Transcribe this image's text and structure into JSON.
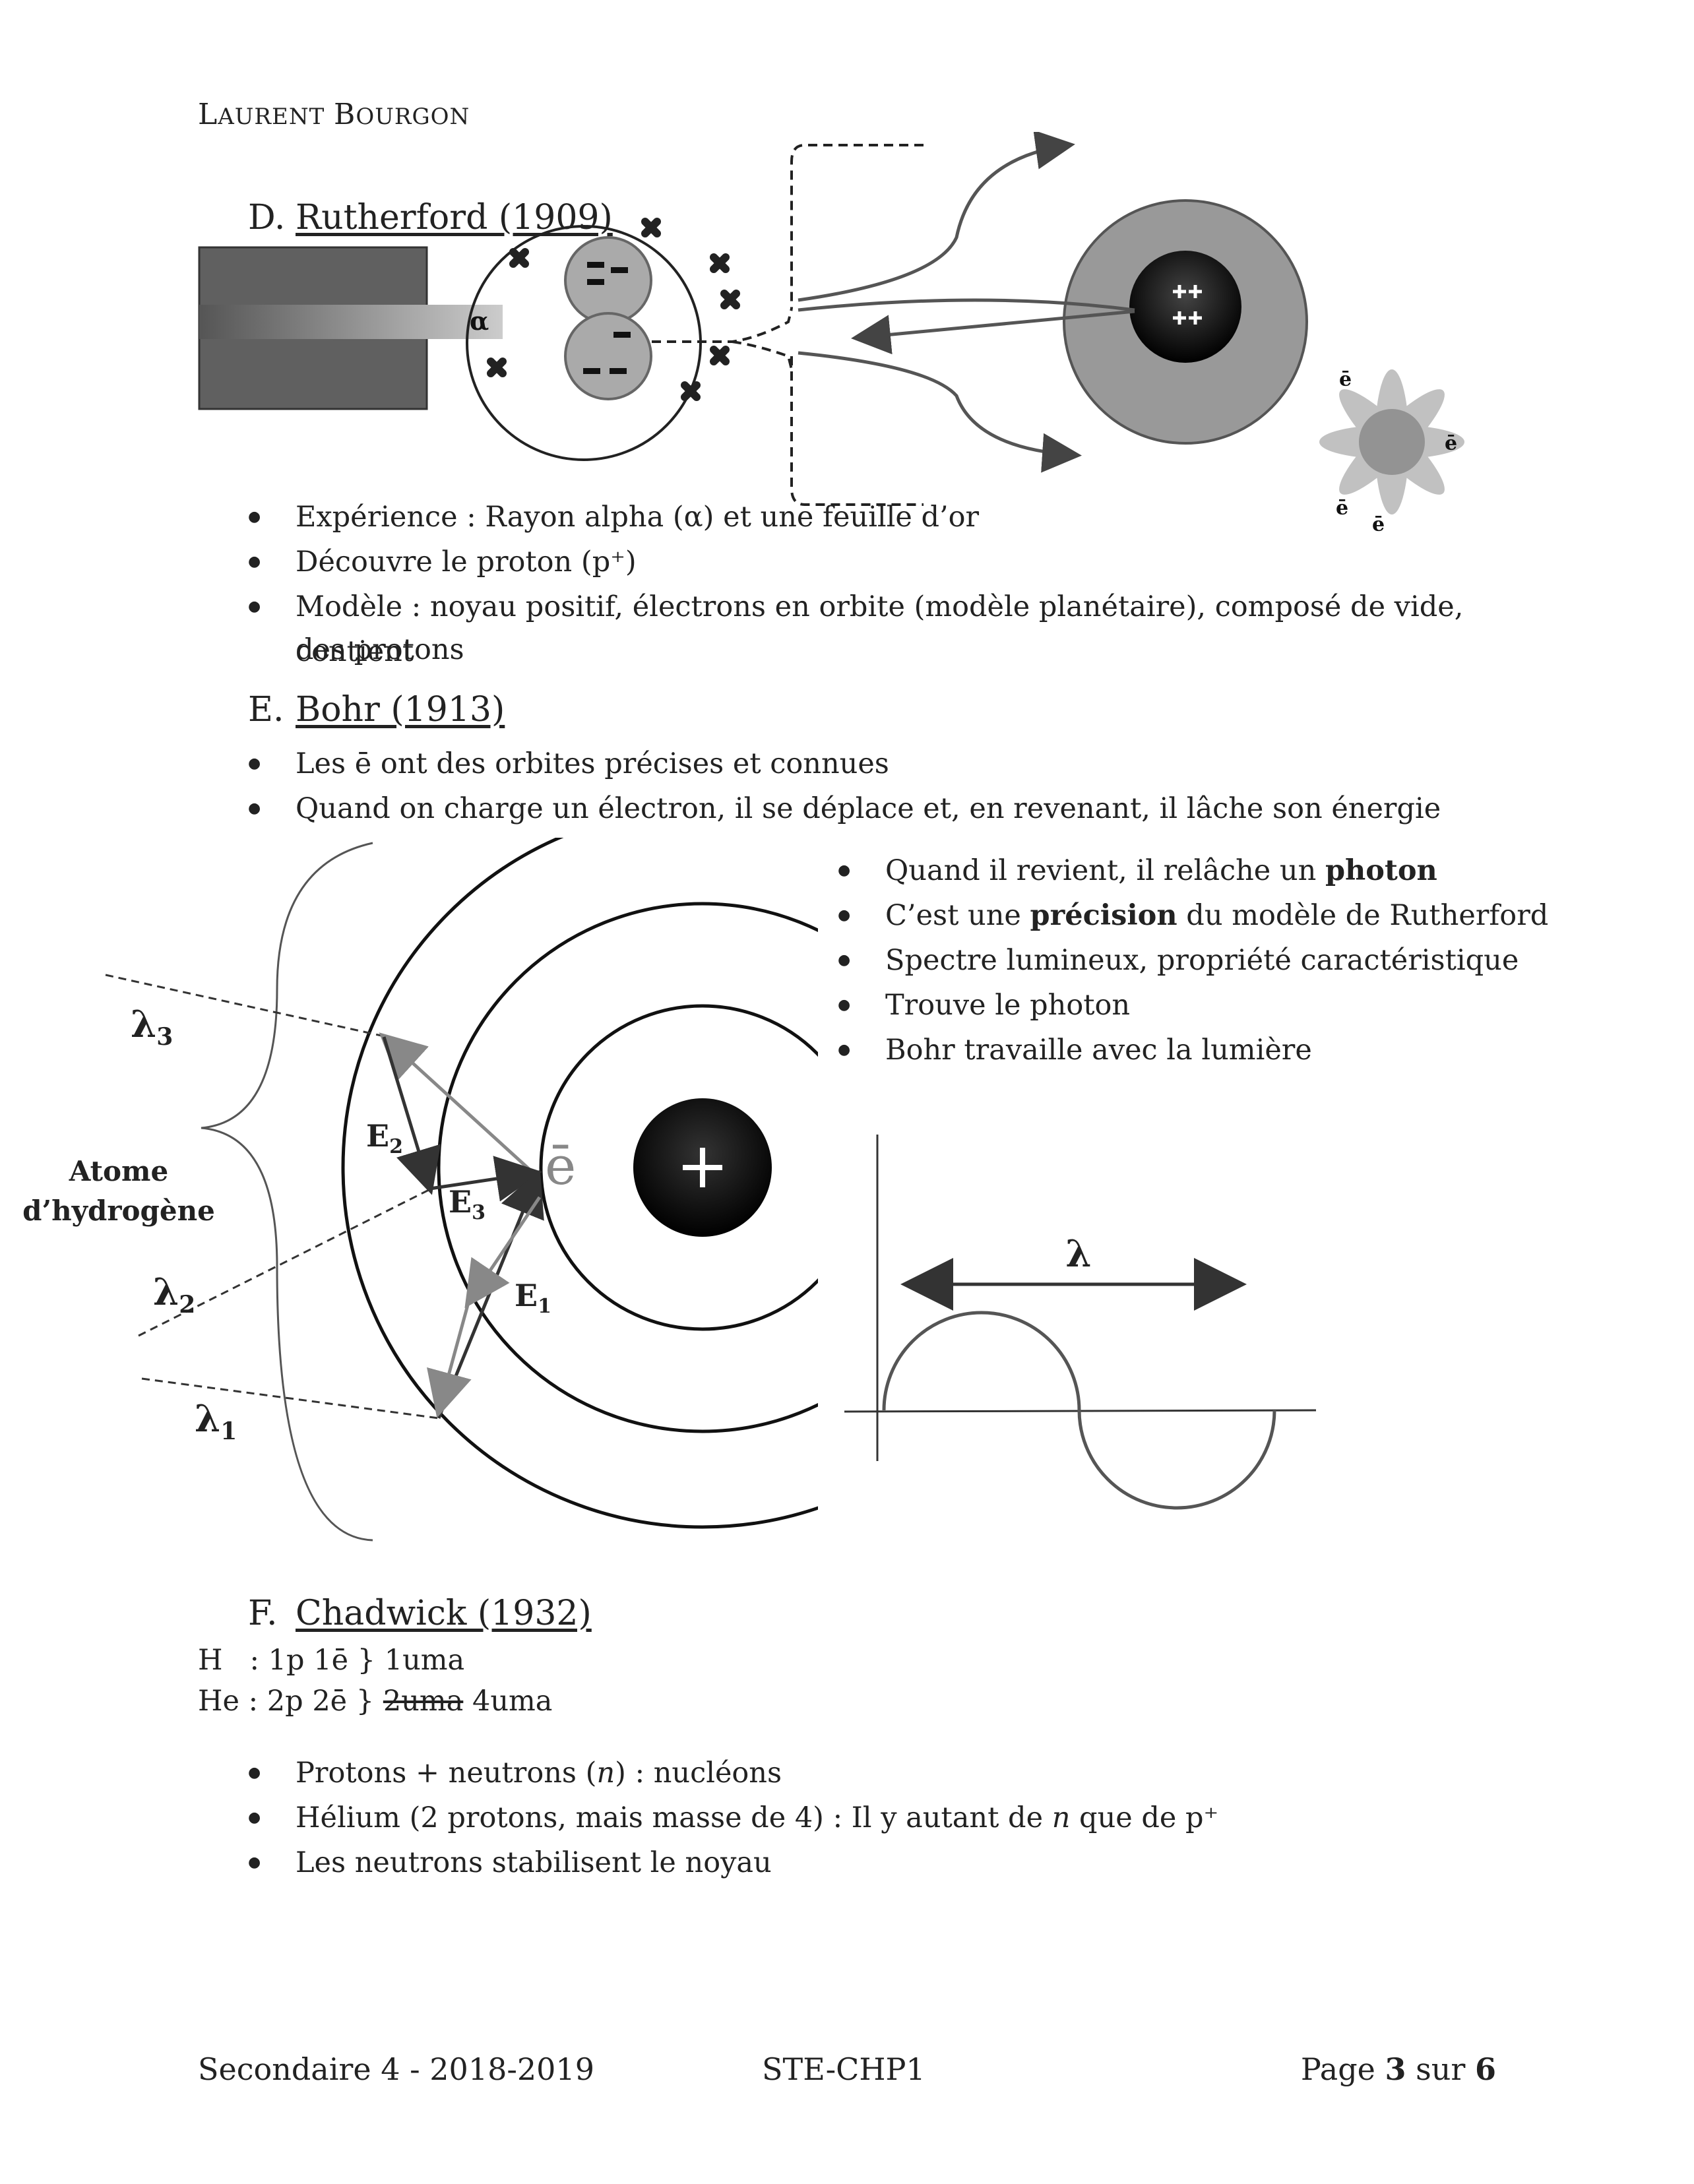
{
  "header": {
    "author_first": "L",
    "author_first_rest": "AURENT",
    "author_last": "B",
    "author_last_rest": "OURGON"
  },
  "rutherford": {
    "letter": "D.",
    "title": "Rutherford (1909)",
    "alpha_label": "α",
    "electron_label": "ē",
    "bullets": [
      "Expérience : Rayon alpha (α) et une feuille d’or",
      "Découvre le proton (p⁺)",
      "Modèle : noyau positif, électrons en orbite (modèle planétaire), composé de vide, contient",
      "des protons"
    ]
  },
  "bohr": {
    "letter": "E.",
    "title": "Bohr (1913)",
    "bullets": [
      "Les ē ont des orbites précises et connues",
      "Quand on charge un électron, il se déplace et, en revenant, il lâche son énergie"
    ],
    "side_bullets": [
      {
        "before": "Quand il revient, il relâche un ",
        "bold": "photon",
        "after": ""
      },
      {
        "before": "C’est une ",
        "bold": "précision",
        "after": " du modèle de Rutherford"
      },
      {
        "before": "Spectre lumineux, propriété caractéristique",
        "bold": "",
        "after": ""
      },
      {
        "before": "Trouve le photon",
        "bold": "",
        "after": ""
      },
      {
        "before": "Bohr travaille avec la lumière",
        "bold": "",
        "after": ""
      }
    ],
    "diagram": {
      "atom_label_1": "Atome",
      "atom_label_2": "d’hydrogène",
      "lambda3": "λ",
      "lambda3_sub": "3",
      "lambda2": "λ",
      "lambda2_sub": "2",
      "lambda1": "λ",
      "lambda1_sub": "1",
      "e2": "E",
      "e2_sub": "2",
      "e3": "E",
      "e3_sub": "3",
      "e1": "E",
      "e1_sub": "1",
      "electron": "ē",
      "wave_label": "λ"
    }
  },
  "chadwick": {
    "letter": "F.",
    "title": "Chadwick (1932)",
    "h_line": "H   : 1p 1ē } 1uma",
    "he_line_before": "He : 2p 2ē } ",
    "he_line_struck": "2uma",
    "he_line_after": " 4uma",
    "bullets": [
      {
        "before": "Protons + neutrons (",
        "italic": "n",
        "after": ") : nucléons"
      },
      {
        "before": "Hélium (2 protons, mais masse de 4) : Il y autant de ",
        "italic": "n",
        "after": " que de p⁺"
      },
      {
        "before": "Les neutrons stabilisent le noyau",
        "italic": "",
        "after": ""
      }
    ]
  },
  "footer": {
    "left": "Secondaire 4 - 2018-2019",
    "center": "STE-CHP1",
    "page_prefix": "Page ",
    "page_num": "3",
    "page_mid": " sur ",
    "page_total": "6"
  }
}
